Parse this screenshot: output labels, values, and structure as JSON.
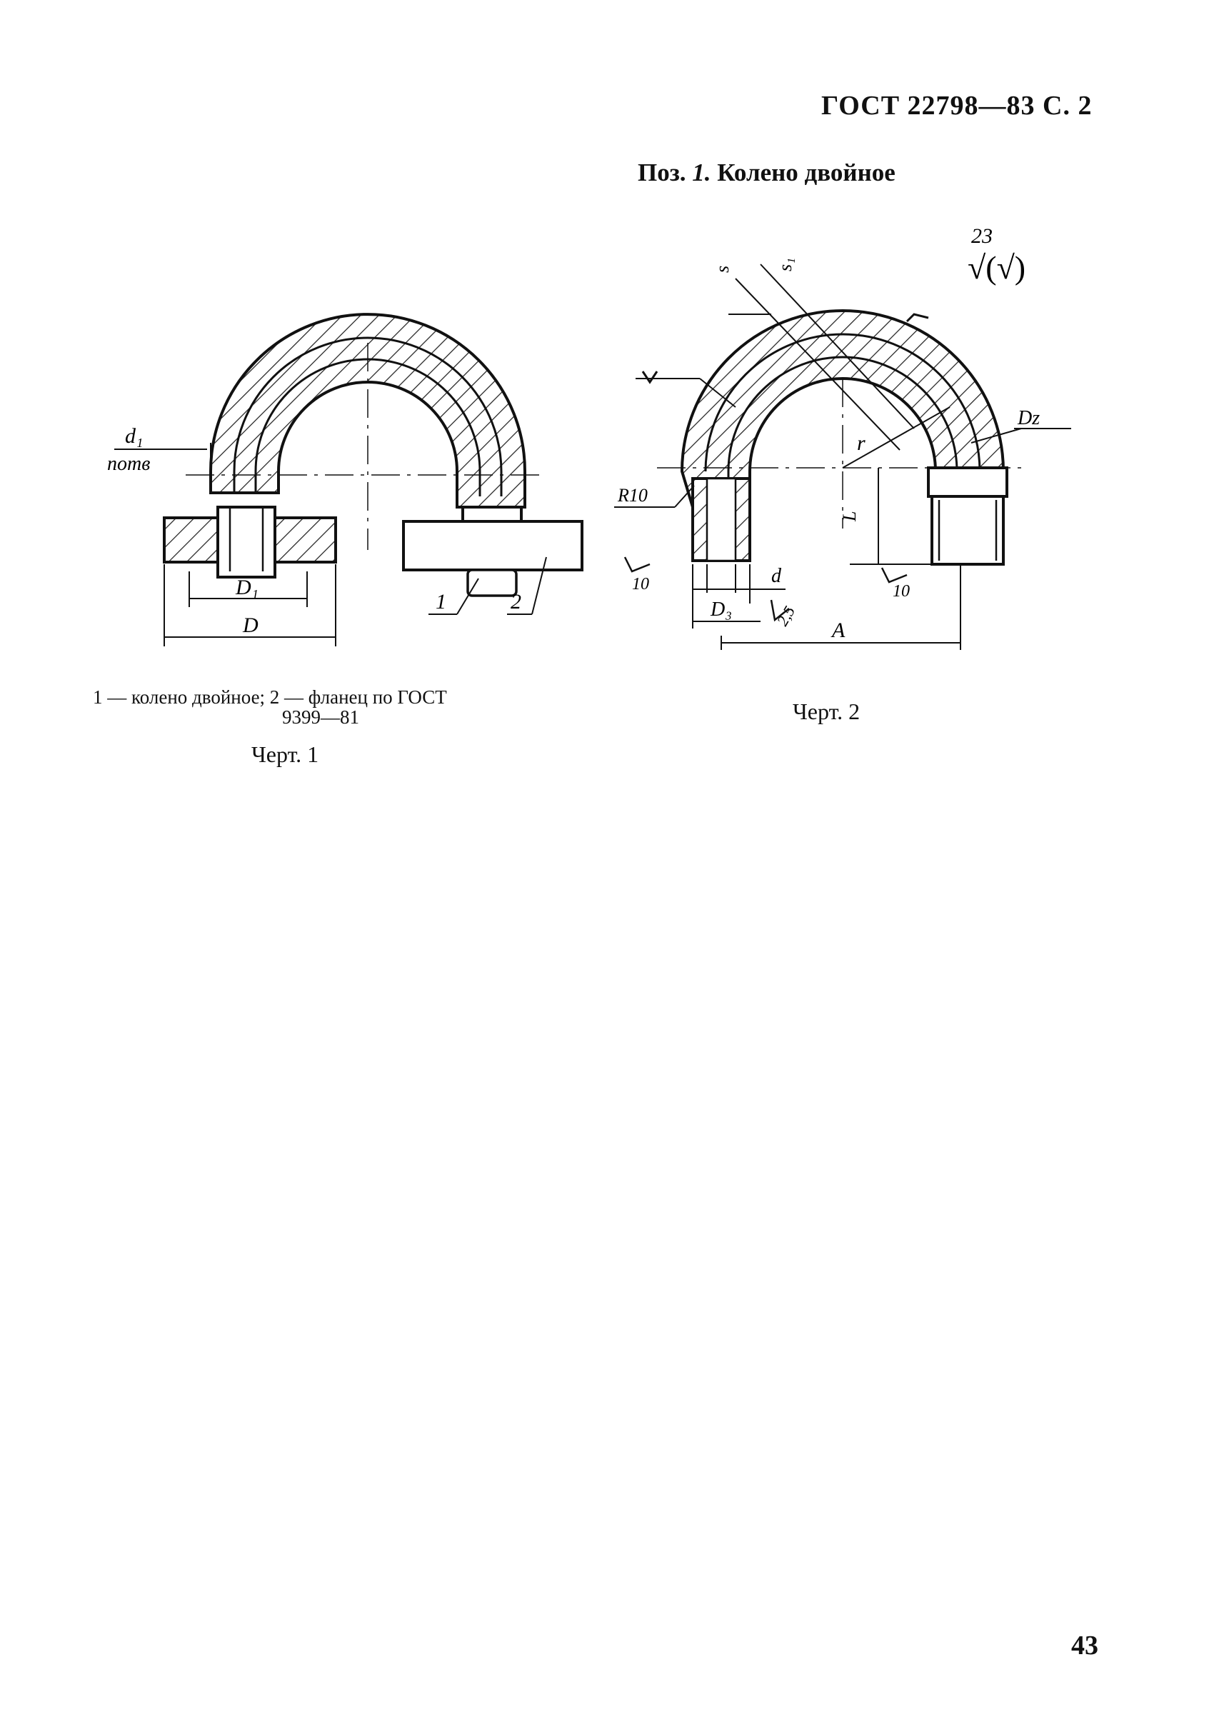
{
  "header": {
    "title": "ГОСТ 22798—83 С. 2"
  },
  "section": {
    "prefix": "Поз.",
    "num": "1.",
    "name": "Колено двойное"
  },
  "fig1": {
    "labels": {
      "d1": "d₁",
      "notv": "потв",
      "D1": "D₁",
      "D": "D",
      "c1": "1",
      "c2": "2"
    },
    "legend": {
      "line1": "1 — колено двойное; 2 — фланец по ГОСТ",
      "line2": "9399—81"
    },
    "caption": "Черт. 1"
  },
  "fig2": {
    "labels": {
      "s": "s",
      "s1": "s₁",
      "rough23": "23",
      "roughsym": "√(√)",
      "Dz": "Dz",
      "r": "r",
      "R10": "R10",
      "L": "L",
      "t10a": "10",
      "t10b": "10",
      "d": "d",
      "D3": "D₃",
      "v25": "2,5",
      "A": "A"
    },
    "caption": "Черт. 2"
  },
  "page": {
    "number": "43"
  }
}
